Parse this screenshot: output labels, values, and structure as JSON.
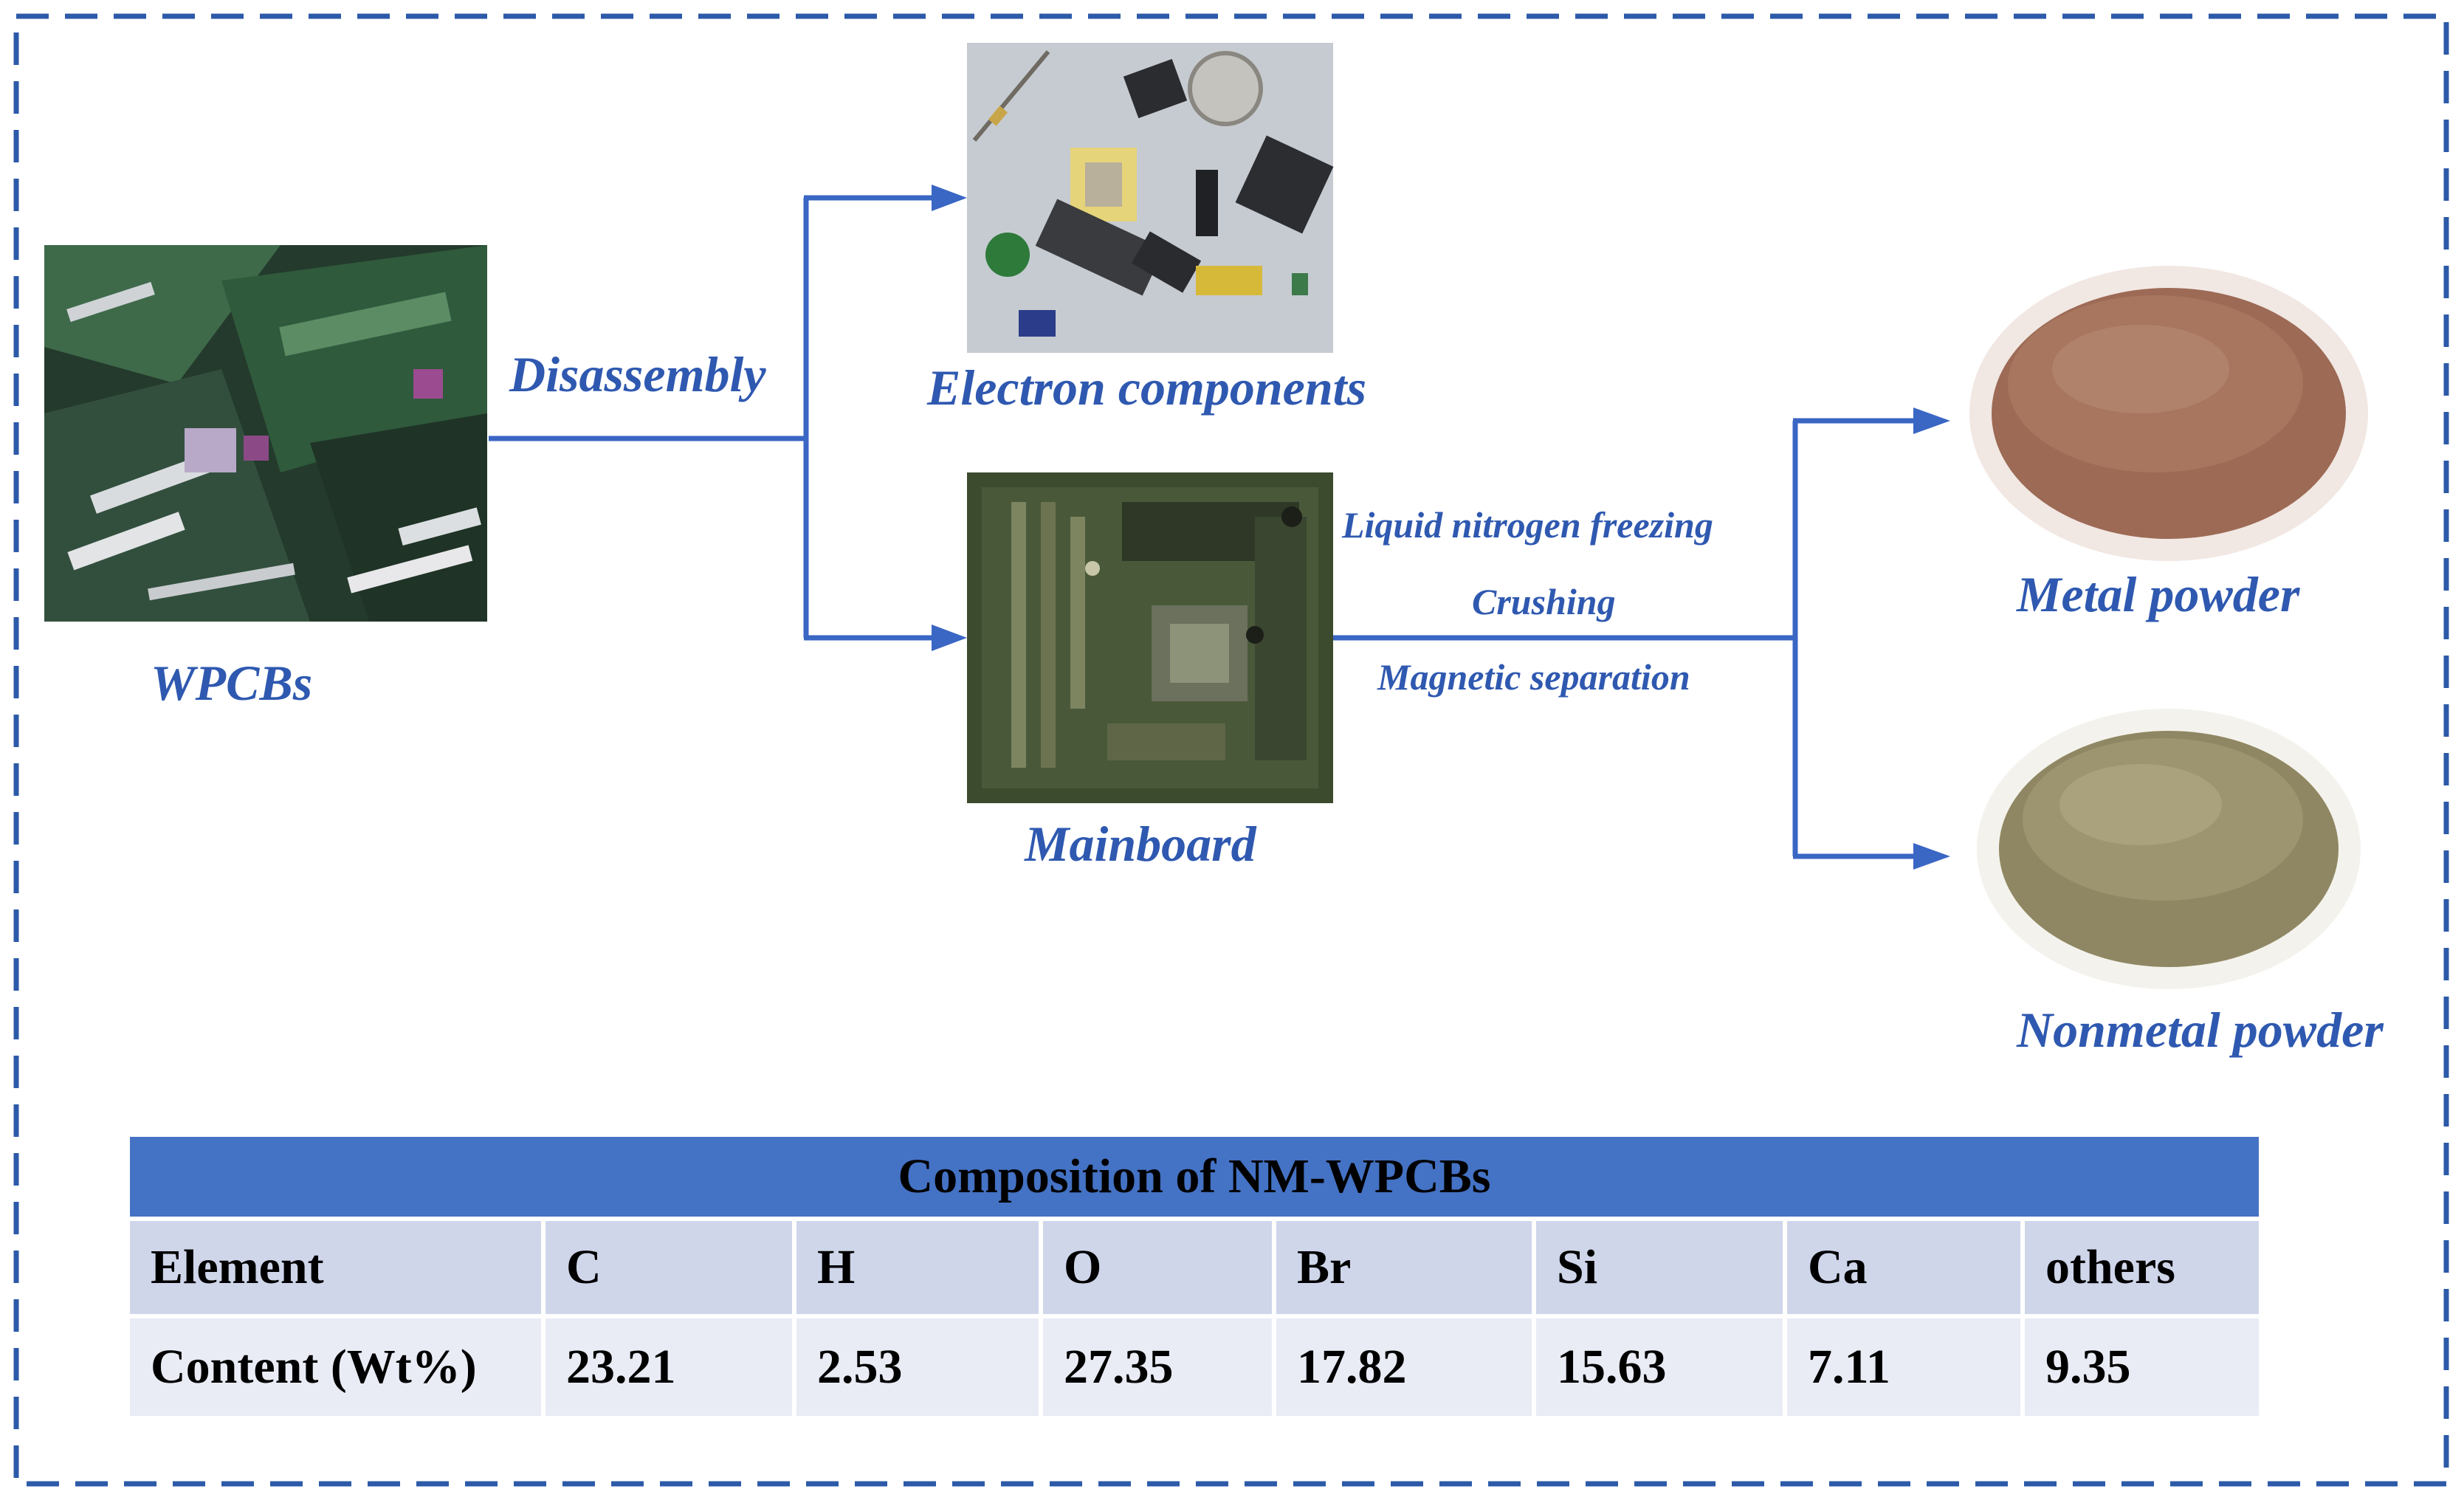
{
  "colors": {
    "accent_blue": "#3a66c4",
    "label_blue": "#2f59b0",
    "frame_blue": "#2c5aa8",
    "table_header": "#4472c4",
    "table_row_a": "#cfd6ea",
    "table_row_b": "#e9ecf5"
  },
  "labels": {
    "wpcbs": "WPCBs",
    "disassembly": "Disassembly",
    "electron_components": "Electron components",
    "mainboard": "Mainboard",
    "step_freezing": "Liquid nitrogen freezing",
    "step_crushing": "Crushing",
    "step_separation": "Magnetic separation",
    "metal_powder": "Metal powder",
    "nonmetal_powder": "Nonmetal powder"
  },
  "table": {
    "title": "Composition of NM-WPCBs",
    "header": [
      "Element",
      "C",
      "H",
      "O",
      "Br",
      "Si",
      "Ca",
      "others"
    ],
    "row": [
      "Content (Wt%)",
      "23.21",
      "2.53",
      "27.35",
      "17.82",
      "15.63",
      "7.11",
      "9.35"
    ]
  }
}
